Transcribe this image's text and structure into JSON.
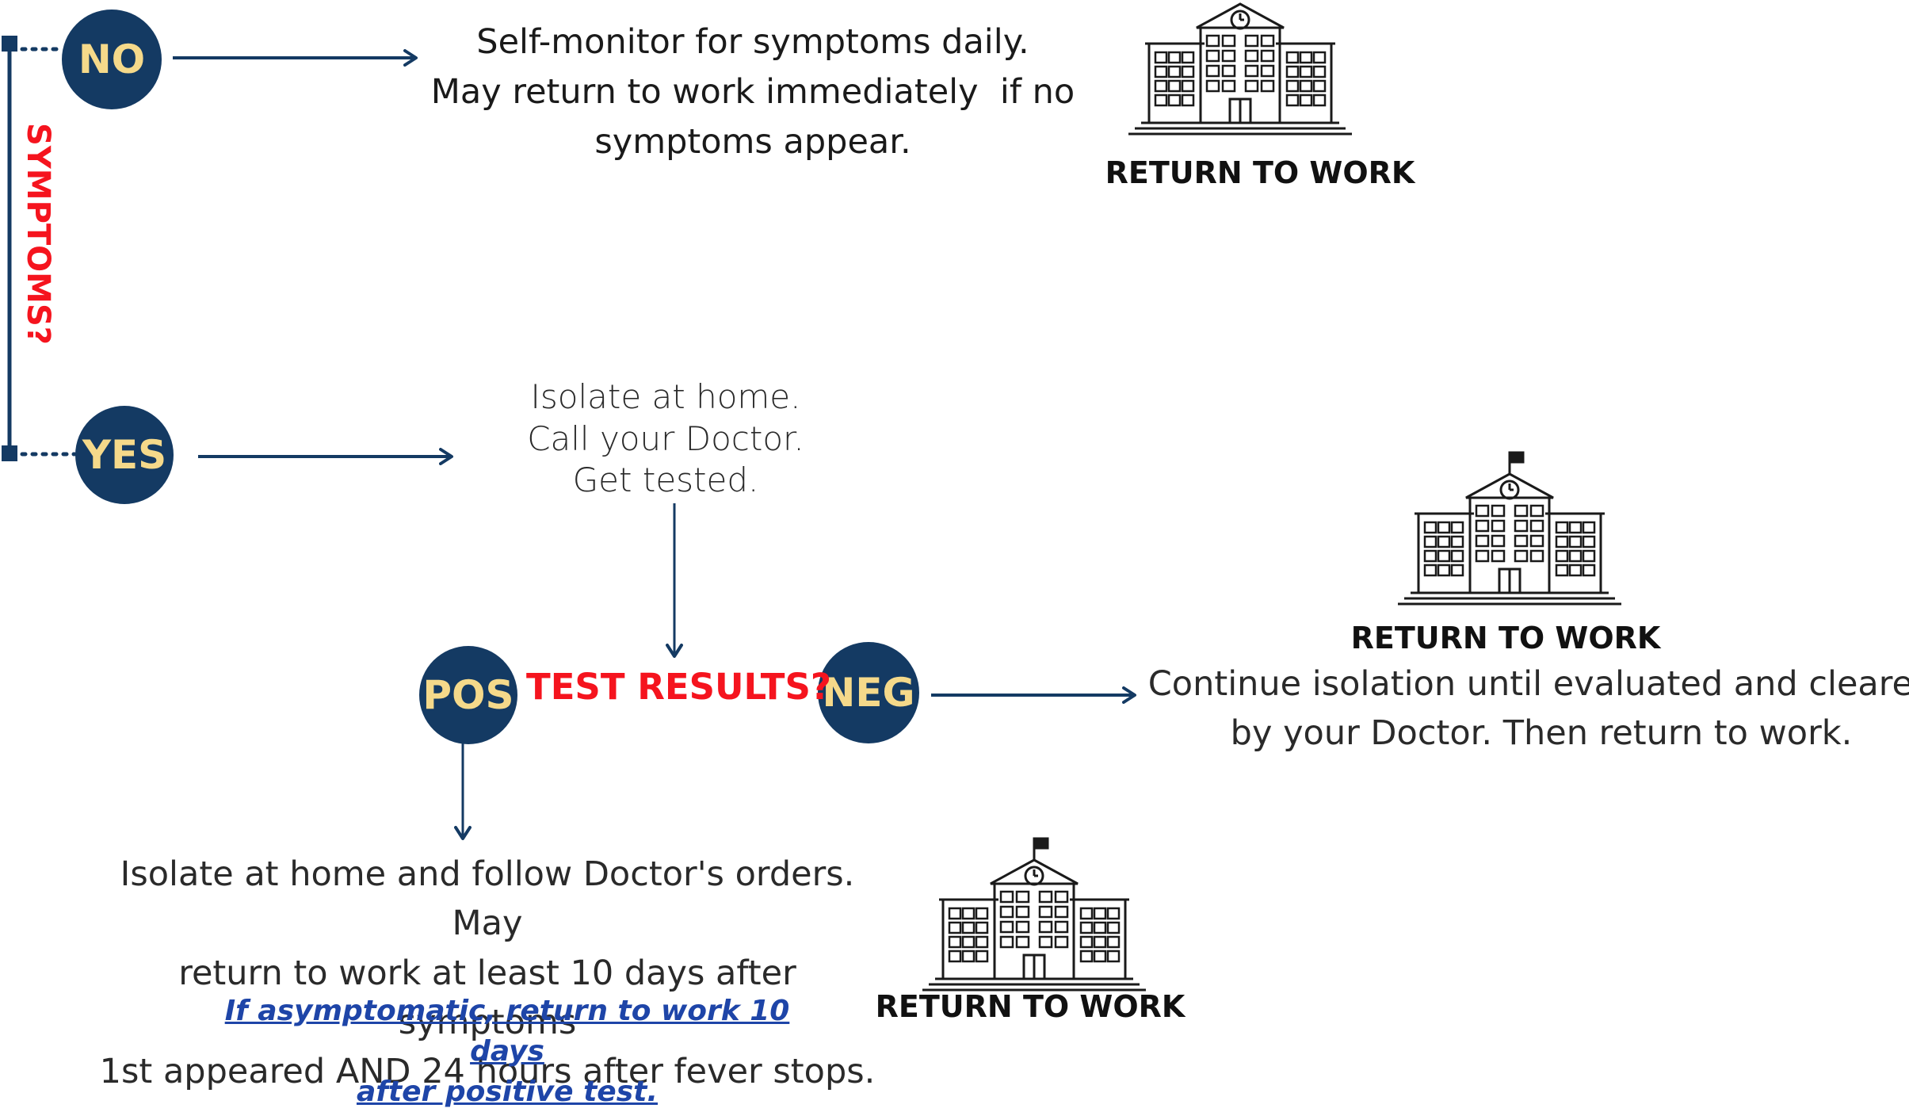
{
  "question_symptoms": "SYMPTOMS?",
  "question_test_results": "TEST RESULTS?",
  "nodes": {
    "no": "NO",
    "yes": "YES",
    "pos": "POS",
    "neg": "NEG"
  },
  "branches": {
    "no_text": [
      "Self-monitor for symptoms daily.",
      "May return to work immediately  if no",
      "symptoms appear."
    ],
    "yes_text": [
      "Isolate at home.",
      "Call your Doctor.",
      "Get tested."
    ],
    "neg_text": [
      "Continue isolation until evaluated and cleared",
      "by your Doctor. Then return to work."
    ],
    "pos_text": [
      "Isolate at home and follow Doctor's orders. May",
      "return to work at least 10 days after symptoms",
      "1st appeared AND 24 hours after fever stops."
    ],
    "asymptomatic_note": [
      "If asymptomatic, return to work 10 days",
      "after positive test."
    ]
  },
  "return_to_work": {
    "label_1": "RETURN TO WORK",
    "label_2": "RETURN TO WORK",
    "label_3": "RETURN TO WORK"
  },
  "colors": {
    "navy": "#143a63",
    "node_text": "#f5d98a",
    "question_red": "#f5141e",
    "link_blue": "#1e45a8"
  },
  "icons": [
    "school-building-icon",
    "flag-icon",
    "clock-icon"
  ]
}
